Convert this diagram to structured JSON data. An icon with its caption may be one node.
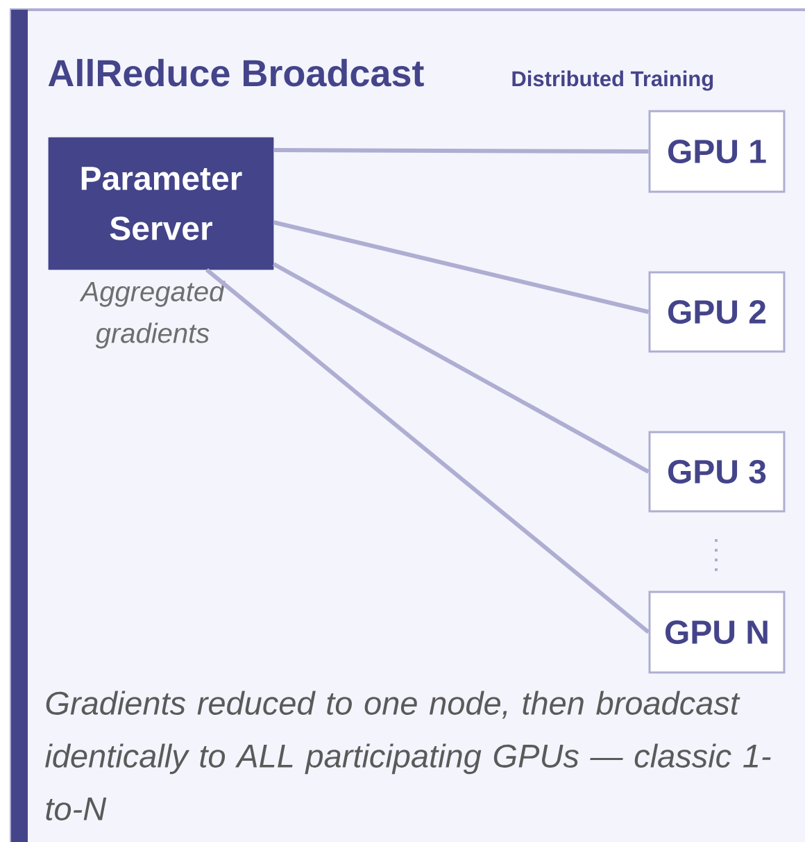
{
  "diagram": {
    "title": "AllReduce Broadcast",
    "nodes": [
      {
        "text": [
          "Parameter Server"
        ],
        "beside": [
          "Aggregated gradients"
        ]
      },
      {
        "text": [
          "GPU 1"
        ]
      },
      {
        "text": [
          "GPU 2"
        ]
      },
      {
        "text": [
          "GPU 3"
        ]
      },
      {
        "text": [
          "GPU N"
        ]
      }
    ],
    "edges": [
      {
        "from": 0,
        "to": 1,
        "arrow": "none"
      },
      {
        "from": 0,
        "to": 2,
        "arrow": "none"
      },
      {
        "from": 0,
        "to": 3,
        "arrow": "none"
      },
      {
        "from": 0,
        "to": 4,
        "arrow": "none"
      }
    ],
    "labels": [
      "Distributed Training"
    ],
    "caption": "Gradients reduced to one node, then broadcast identically to ALL participating GPUs — classic 1-to-N"
  }
}
